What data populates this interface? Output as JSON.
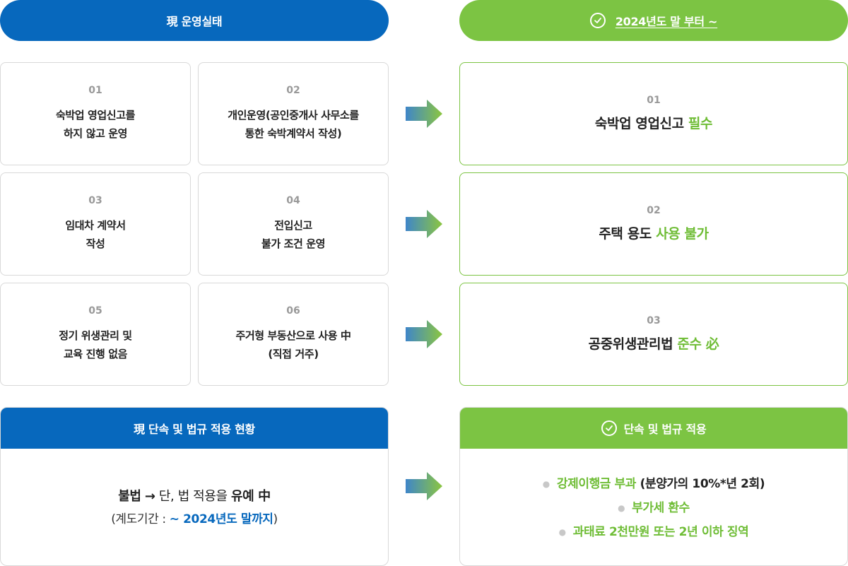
{
  "header": {
    "current_label": "現 운영실태",
    "future_label": "2024년도 말 부터 ~"
  },
  "current_items": [
    {
      "num": "01",
      "line1": "숙박업 영업신고를",
      "line2": "하지 않고 운영"
    },
    {
      "num": "02",
      "line1": "개인운영(공인중개사 사무소를",
      "line2": "통한 숙박계약서 작성)"
    },
    {
      "num": "03",
      "line1": "임대차 계약서",
      "line2": "작성"
    },
    {
      "num": "04",
      "line1": "전입신고",
      "line2": "불가 조건 운영"
    },
    {
      "num": "05",
      "line1": "정기 위생관리 및",
      "line2": "교육 진행 없음"
    },
    {
      "num": "06",
      "line1": "주거형 부동산으로 사용 中",
      "line2": "(직접 거주)"
    }
  ],
  "future_items": [
    {
      "num": "01",
      "text": "숙박업 영업신고",
      "highlight": "필수"
    },
    {
      "num": "02",
      "text": "주택 용도",
      "highlight": "사용 불가"
    },
    {
      "num": "03",
      "text": "공중위생관리법",
      "highlight": "준수 必"
    }
  ],
  "enforcement_current": {
    "title": "現 단속 및 법규 적용 현황",
    "line1_bold1": "불법",
    "line1_arrow": "→",
    "line1_mid": "단, 법 적용을",
    "line1_bold2": "유예 中",
    "line2_prefix": "(계도기간 :",
    "line2_highlight": "~ 2024년도 말까지",
    "line2_suffix": ")"
  },
  "enforcement_future": {
    "title": "단속 및 법규 적용",
    "items": [
      {
        "highlight": "강제이행금 부과",
        "rest": "(분양가의 10%*년 2회)"
      },
      {
        "highlight": "부가세 환수",
        "rest": ""
      },
      {
        "highlight": "과태료 2천만원 또는 2년 이하 징역",
        "rest": ""
      }
    ]
  },
  "colors": {
    "blue": "#0768bd",
    "green": "#7cc443",
    "highlight_green": "#6fbd36",
    "border": "#d9d9d9"
  },
  "icons": {
    "check": "check-circle-icon",
    "arrow": "right-arrow-icon"
  }
}
